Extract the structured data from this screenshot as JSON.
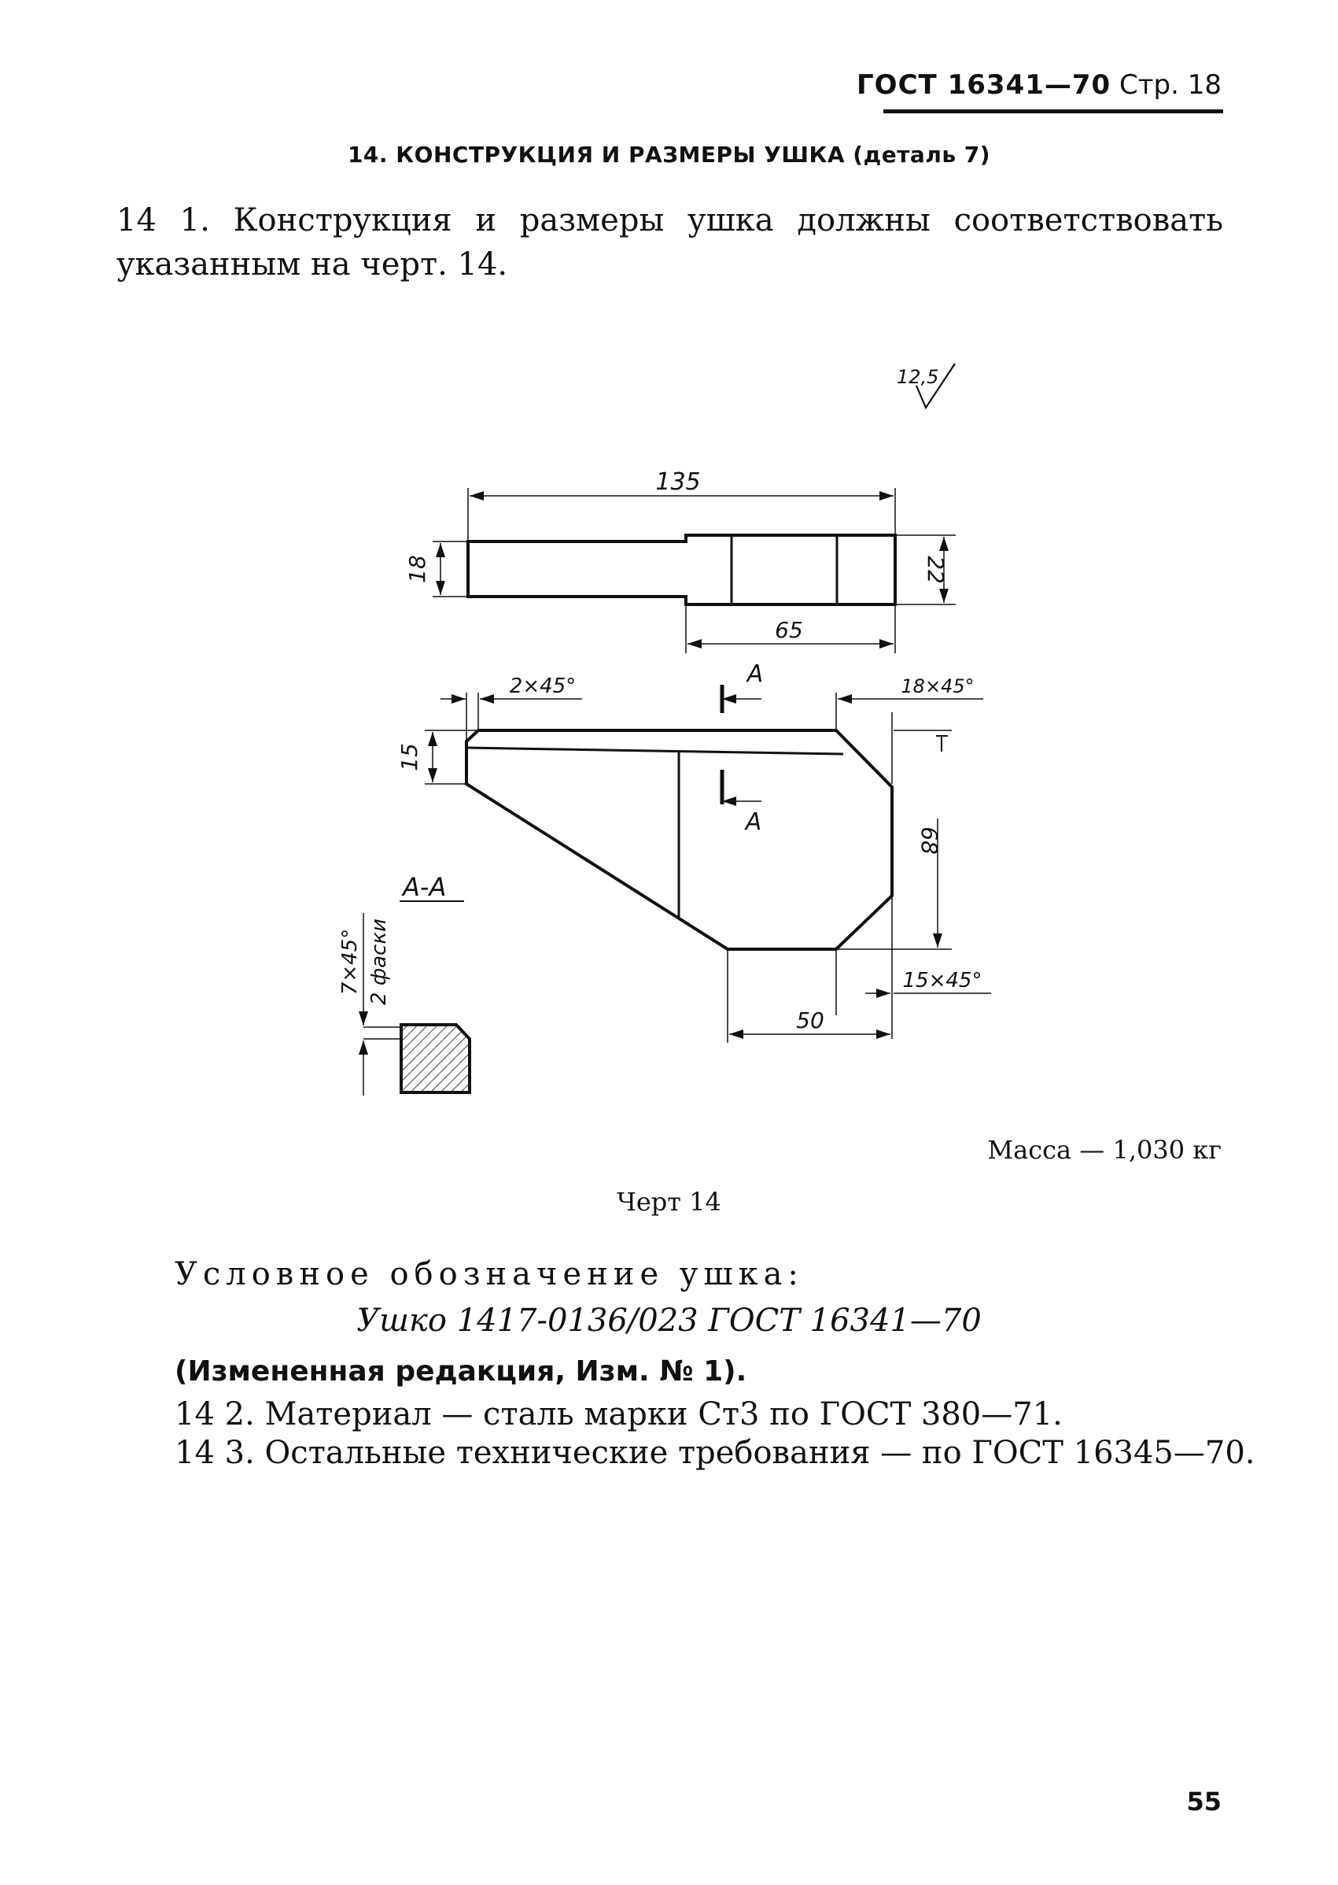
{
  "header": {
    "standard": "ГОСТ 16341—70",
    "page_label": "Стр. 18"
  },
  "section_title": "14. КОНСТРУКЦИЯ И РАЗМЕРЫ УШКА (деталь 7)",
  "paragraphs": {
    "p14_1": "14 1. Конструкция и размеры ушка должны соответствовать указанным на черт. 14.",
    "p14_2": "14 2. Материал — сталь марки Ст3 по ГОСТ 380—71.",
    "p14_3": "14 3. Остальные технические требования — по ГОСТ 16345—70."
  },
  "drawing": {
    "roughness": "12,5",
    "dim_length_total": "135",
    "dim_height_left": "18",
    "dim_height_right": "22",
    "dim_length_right": "65",
    "chamfer_small": "2×45°",
    "chamfer_top_right": "18×45°",
    "dim_top_height": "15",
    "dim_right_height": "68",
    "chamfer_bottom_right": "15×45°",
    "dim_bottom_length": "50",
    "section_marker": "А",
    "section_label": "А-А",
    "section_chamfer": "7×45°",
    "section_chamfer_note": "2 фаски"
  },
  "mass": "Масса — 1,030 кг",
  "figure_caption": "Черт 14",
  "designation": {
    "label": "Условное обозначение ушка:",
    "value": "Ушко 1417-0136/023 ГОСТ 16341—70"
  },
  "amendment": "(Измененная редакция, Изм. № 1).",
  "page_number": "55"
}
